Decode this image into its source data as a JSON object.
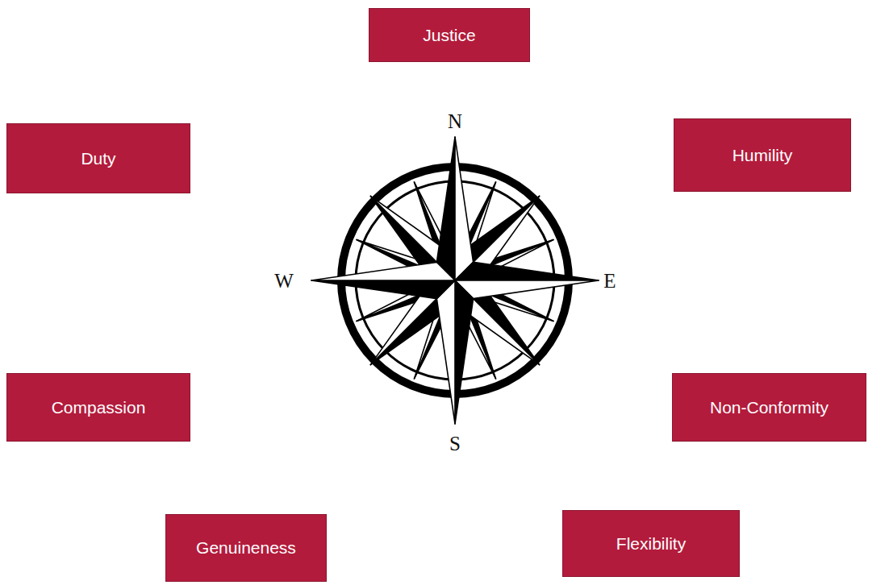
{
  "diagram": {
    "nodes": [
      {
        "text": [
          "Justice"
        ]
      },
      {
        "text": [
          "Duty"
        ]
      },
      {
        "text": [
          "Humility"
        ]
      },
      {
        "text": [
          "Compassion"
        ]
      },
      {
        "text": [
          "Non-Conformity"
        ]
      },
      {
        "text": [
          "Genuineness"
        ]
      },
      {
        "text": [
          "Flexibility"
        ]
      }
    ],
    "labels": [
      "N",
      "W",
      "E",
      "S"
    ]
  }
}
